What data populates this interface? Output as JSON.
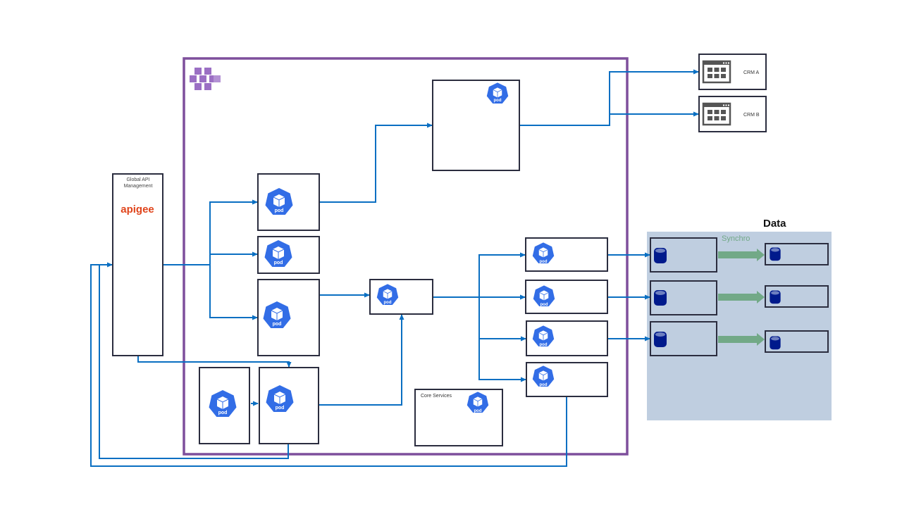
{
  "diagram": {
    "cluster_icon": "container-cluster-icon",
    "api_management": {
      "title": "Global API Management",
      "title_line1": "Global API",
      "title_line2": "Management",
      "logo_text": "apigee",
      "logo_color": "#e0441b"
    },
    "crm": [
      {
        "label": "CRM A",
        "icon": "app-window-grid-icon"
      },
      {
        "label": "CRM B",
        "icon": "app-window-grid-icon"
      }
    ],
    "pod_label": "pod",
    "core_services": {
      "label": "Core Services"
    },
    "data_zone": {
      "title": "Data",
      "sync_label": "Synchro"
    },
    "colors": {
      "cluster_border": "#7e4f9c",
      "connector": "#0a6fc2",
      "pod": "#326de6",
      "database": "#001a8c",
      "data_zone_bg": "#bfcee0",
      "sync_arrow": "#72a987",
      "box_border": "#2b2d3f"
    }
  }
}
